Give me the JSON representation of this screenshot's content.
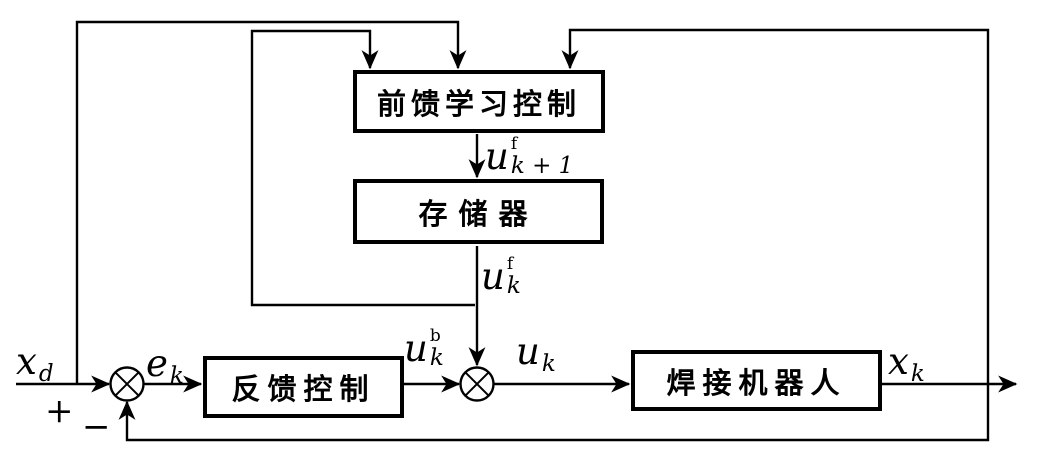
{
  "blocks": {
    "feedforward": {
      "label": "前馈学习控制"
    },
    "memory": {
      "label": "存储器"
    },
    "feedback": {
      "label": "反馈控制"
    },
    "robot": {
      "label": "焊接机器人"
    }
  },
  "signals": {
    "xd": {
      "base": "x",
      "sub": "d"
    },
    "ek": {
      "base": "e",
      "sub": "k"
    },
    "ubk": {
      "base": "u",
      "sup": "b",
      "sub": "k"
    },
    "uk": {
      "base": "u",
      "sub": "k"
    },
    "ufk1": {
      "base": "u",
      "sup": "f",
      "sub": "k + 1"
    },
    "ufk": {
      "base": "u",
      "sup": "f",
      "sub": "k"
    },
    "xk": {
      "base": "x",
      "sub": "k"
    }
  },
  "junctions": {
    "sum1": {
      "plus": "+",
      "minus": "−"
    }
  },
  "colors": {
    "ink": "#000000",
    "paper": "#ffffff"
  }
}
